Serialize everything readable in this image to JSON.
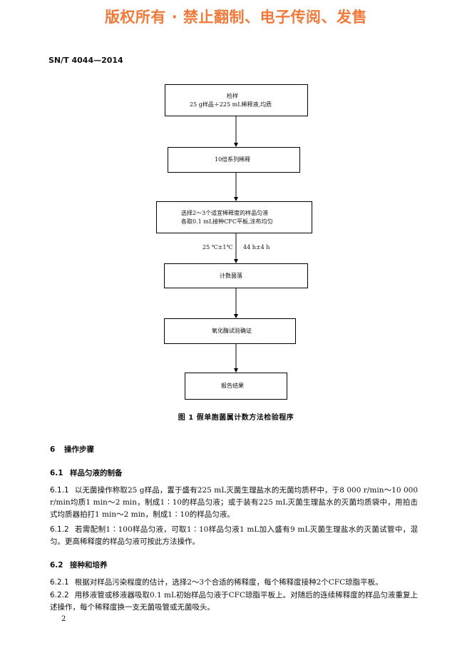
{
  "watermark": {
    "text": "版权所有 ·   禁止翻制、电子传阅、发售",
    "color": "#f07a3a"
  },
  "standard_code": "SN/T 4044—2014",
  "flowchart": {
    "step1": {
      "line1": "检样",
      "line2": "25 g样品＋225 mL稀释液,均质"
    },
    "step2": "10倍系列稀释",
    "step3": {
      "line1": "选择2～3个适宜稀释度的样品匀液",
      "line2": "各取0.1 mL接种CFC平板,涂布均匀"
    },
    "condition_temp": "25 ℃±1℃",
    "condition_time": "44 h±4 h",
    "step4": "计数菌落",
    "step5": "氧化酶试验确证",
    "step6": "报告结果"
  },
  "figure_caption": "图 1   假单胞菌属计数方法检验程序",
  "section6": {
    "num": "6",
    "title": "操作步骤",
    "s61": {
      "num": "6.1",
      "title": "样品匀液的制备",
      "p611_num": "6.1.1",
      "p611_text": "以无菌操作称取25 g样品，置于盛有225 mL灭菌生理盐水的无菌均质杯中，于8 000 r/min～10 000 r/min均质1 min～2 min，制成1∶10的样品匀液；或于装有225 mL灭菌生理盐水的灭菌均质袋中，用拍击式均质器拍打1 min～2 min，制成1∶10的样品匀液。",
      "p612_num": "6.1.2",
      "p612_text": "若需配制1∶100样品匀液，可取1∶10样品匀液1 mL加入盛有9 mL灭菌生理盐水的灭菌试管中，混匀。更高稀释度的样品匀液可按此方法操作。"
    },
    "s62": {
      "num": "6.2",
      "title": "接种和培养",
      "p621_num": "6.2.1",
      "p621_text": "根据对样品污染程度的估计，选择2～3个合适的稀释度，每个稀释度接种2个CFC琼脂平板。",
      "p622_num": "6.2.2",
      "p622_text": "用移液管或移液器吸取0.1 mL初始样品匀液于CFC琼脂平板上。对随后的连续稀释度的样品匀液重复上述操作，每个稀释度换一支无菌吸管或无菌吸头。"
    }
  },
  "page_number": "2"
}
